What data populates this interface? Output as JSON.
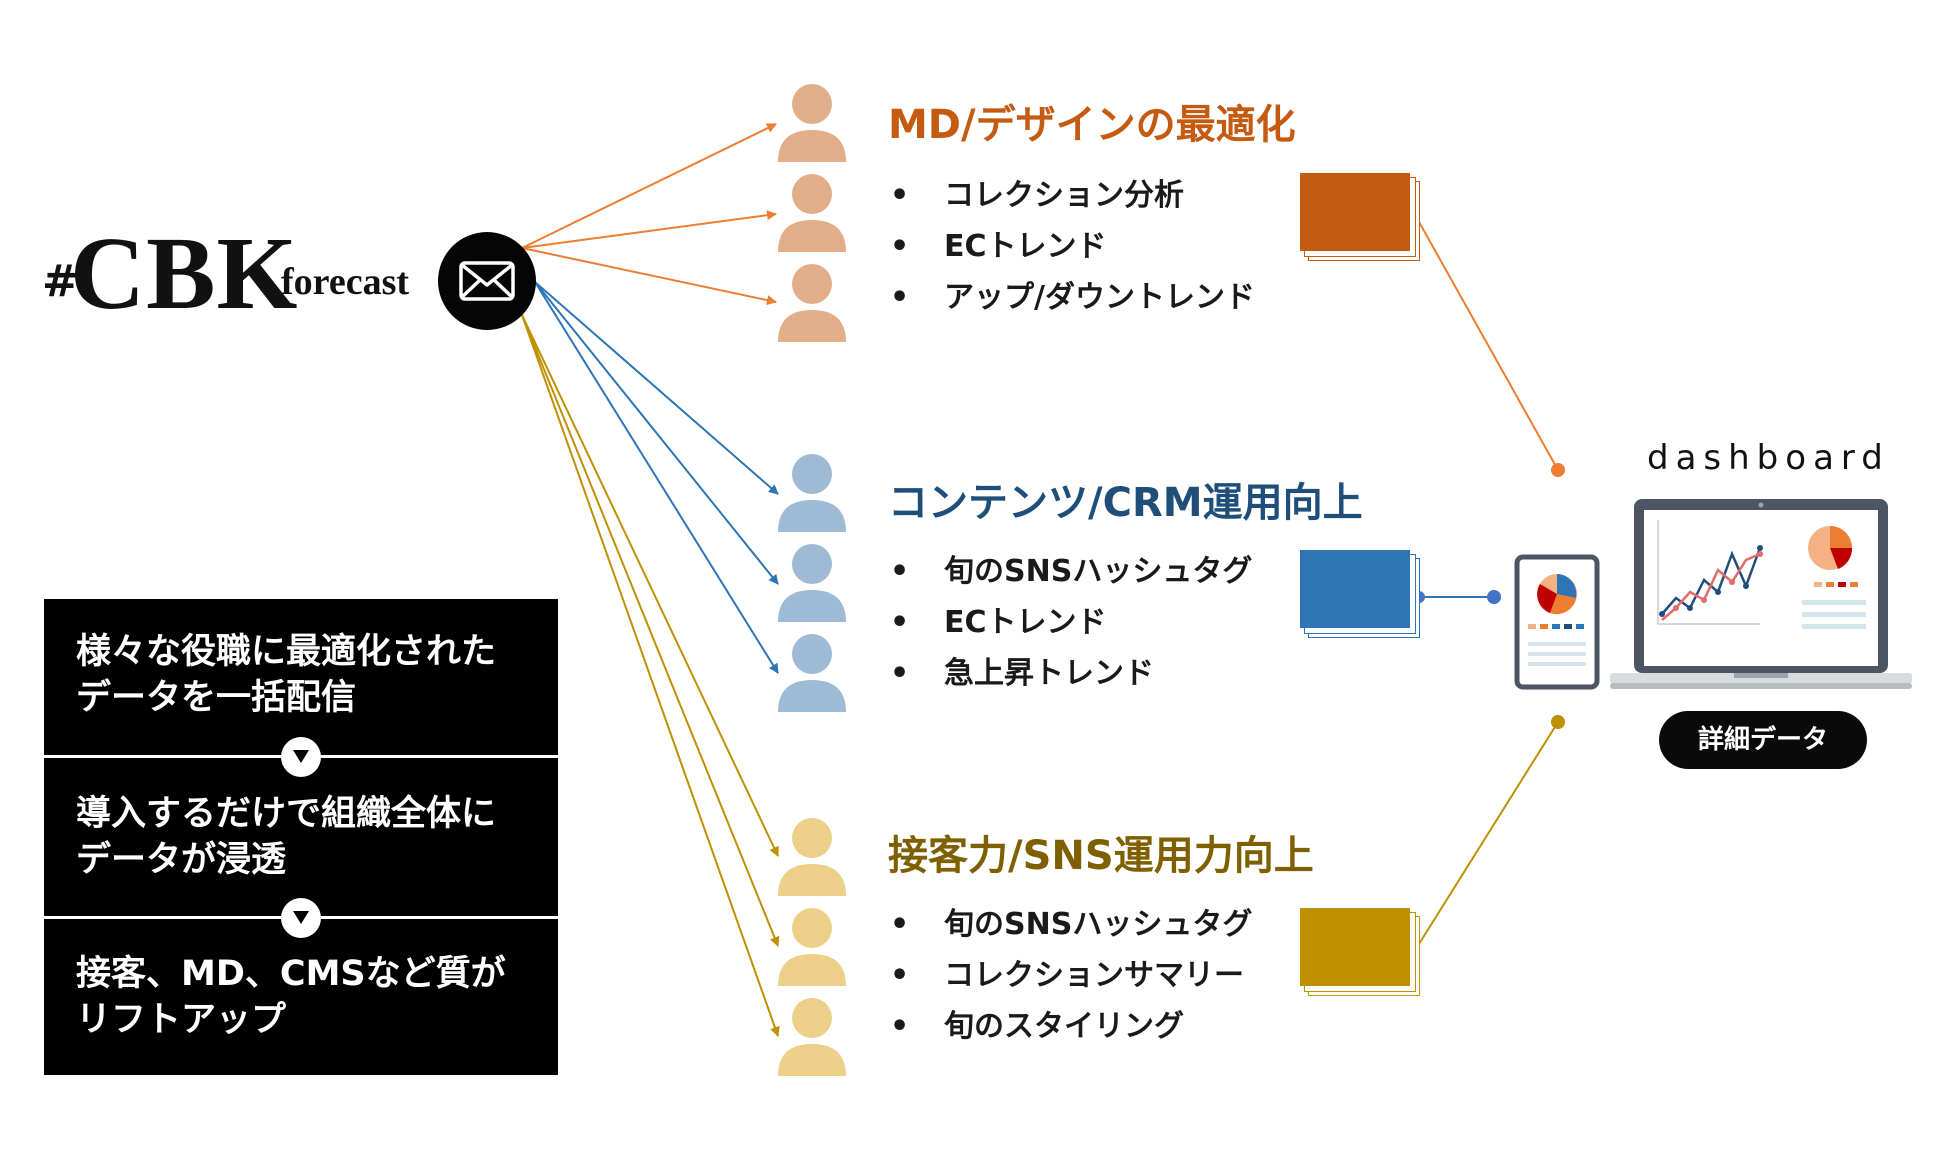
{
  "logo": {
    "hash": "#",
    "main": "CBK",
    "sub": "forecast"
  },
  "icons": {
    "mail": "envelope-icon",
    "person": "person-icon",
    "tablet": "tablet-icon",
    "laptop": "laptop-icon",
    "report": "report-stack-icon"
  },
  "steps": [
    {
      "lines": [
        "様々な役職に最適化された",
        "データを一括配信"
      ]
    },
    {
      "lines": [
        "導入するだけで組織全体に",
        "データが浸透"
      ]
    },
    {
      "lines": [
        "接客、MD、CMSなど質が",
        "リフトアップ"
      ]
    }
  ],
  "groups": [
    {
      "title": "MD/デザインの最適化",
      "color": "#c55a11",
      "person_color": "#e2ae8a",
      "items": [
        "コレクション分析",
        "ECトレンド",
        "アップ/ダウントレンド"
      ]
    },
    {
      "title": "コンテンツ/CRM運用向上",
      "color": "#1f4e79",
      "person_color": "#9fbad5",
      "box_color": "#2e75b6",
      "items": [
        "旬のSNSハッシュタグ",
        "ECトレンド",
        "急上昇トレンド"
      ]
    },
    {
      "title": "接客力/SNS運用力向上",
      "color": "#7f6000",
      "person_color": "#ecd08a",
      "box_color": "#bf9000",
      "items": [
        "旬のSNSハッシュタグ",
        "コレクションサマリー",
        "旬のスタイリング"
      ]
    }
  ],
  "bullet_char": "•",
  "arrow_colors": {
    "orange": "#ed7d31",
    "blue": "#2e75b6",
    "gold": "#bf9000"
  },
  "dashboard": {
    "label": "dashboard",
    "button": "詳細データ"
  }
}
